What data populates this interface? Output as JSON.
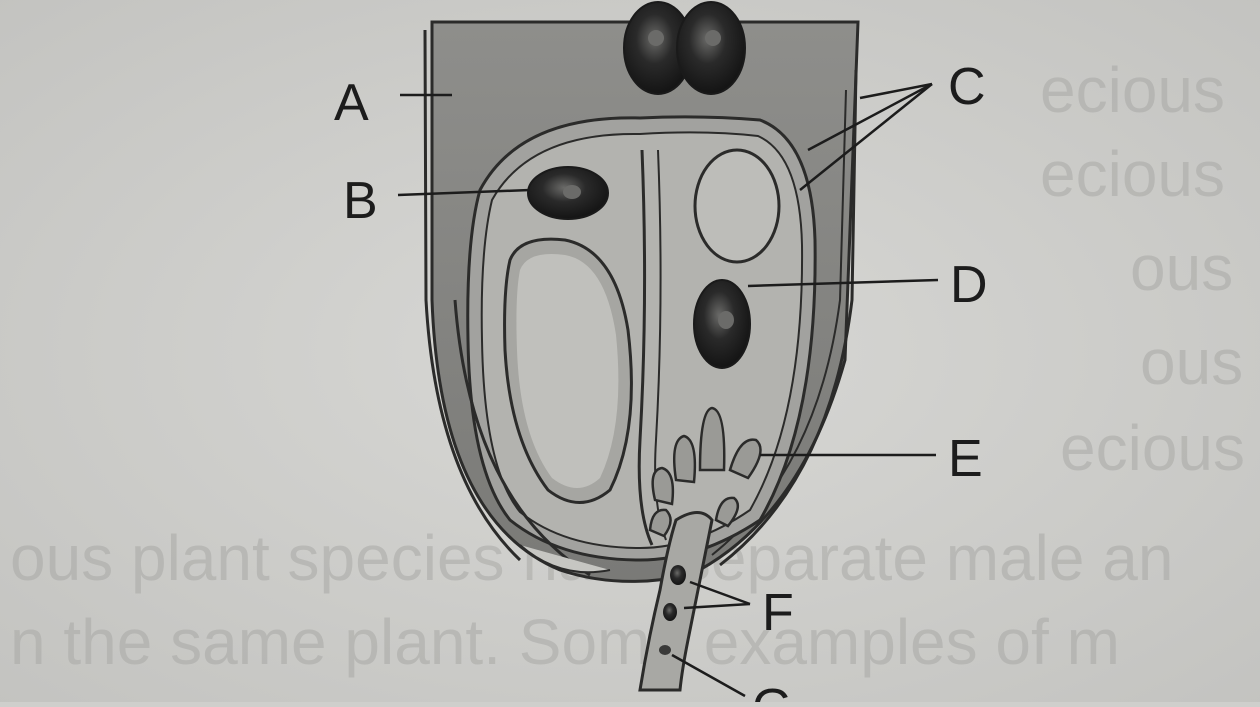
{
  "figure": {
    "labels": {
      "A": "A",
      "B": "B",
      "C": "C",
      "D": "D",
      "E": "E",
      "F": "F",
      "G": "G"
    },
    "background_text_lines": [
      "ecious",
      "ecious",
      "ous",
      "ous",
      "ecious",
      "ous plant species have separate male an",
      "n the same plant. Some examples of m"
    ]
  },
  "colors": {
    "paper": "#cfcfcc",
    "ovule_fill": "#8a8a87",
    "sac_fill": "#b8b8b4",
    "outline": "#2b2b2a",
    "dark_cell": "#252525",
    "label": "#1c1c1c"
  }
}
